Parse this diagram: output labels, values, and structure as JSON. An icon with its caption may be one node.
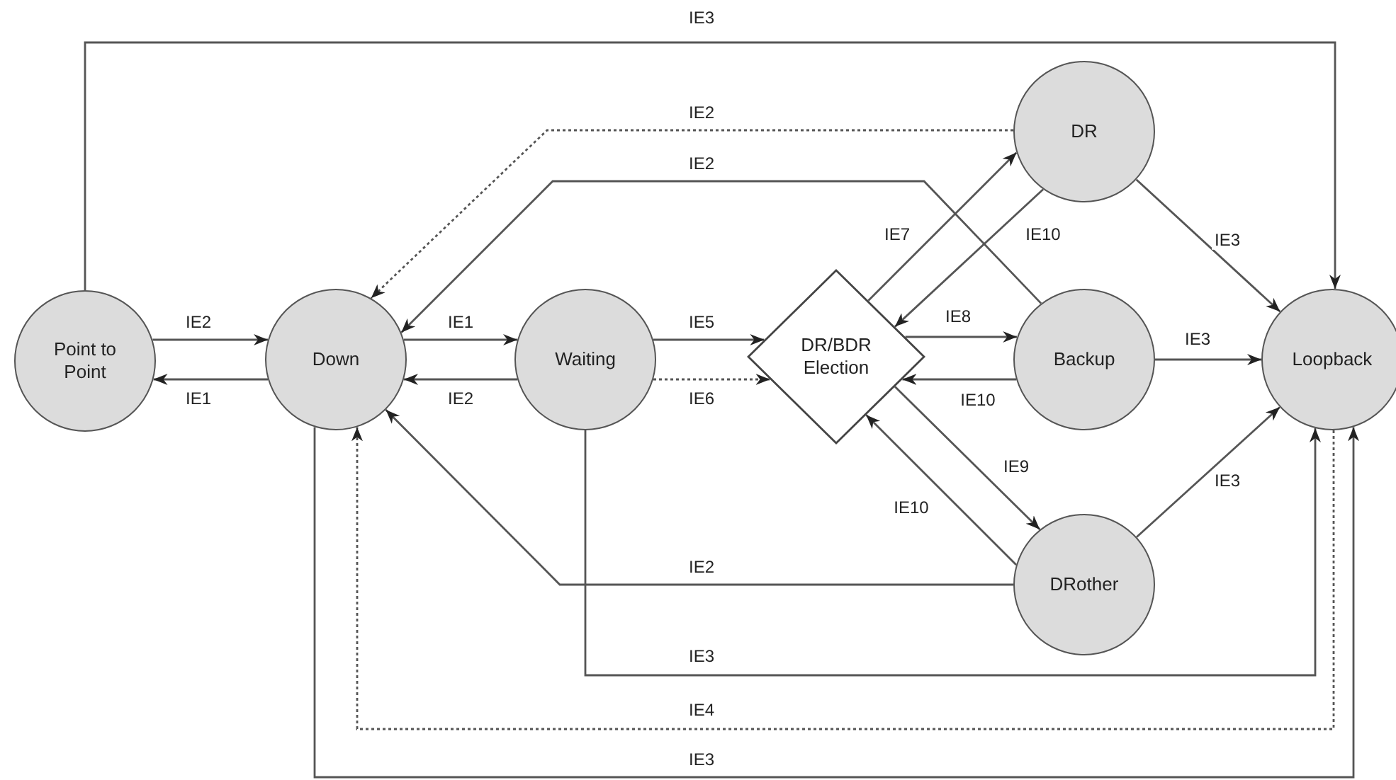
{
  "diagram": {
    "nodes": [
      {
        "text": [
          "Point to Point"
        ]
      },
      {
        "text": [
          "Down"
        ]
      },
      {
        "text": [
          "Waiting"
        ]
      },
      {
        "text": [
          "DR/BDR Election"
        ]
      },
      {
        "text": [
          "DR"
        ]
      },
      {
        "text": [
          "Backup"
        ]
      },
      {
        "text": [
          "DRother"
        ]
      },
      {
        "text": [
          "Loopback"
        ]
      }
    ],
    "edges": [
      {
        "from": 0,
        "to": 1,
        "arrow": "to",
        "label": "IE2"
      },
      {
        "from": 1,
        "to": 0,
        "arrow": "to",
        "label": "IE1"
      },
      {
        "from": 0,
        "to": 7,
        "arrow": "to",
        "label": "IE3"
      },
      {
        "from": 4,
        "to": 1,
        "arrow": "to",
        "label": "IE2",
        "style": "dashed"
      },
      {
        "from": 5,
        "to": 1,
        "arrow": "to",
        "label": "IE2"
      },
      {
        "from": 1,
        "to": 2,
        "arrow": "to",
        "label": "IE1"
      },
      {
        "from": 2,
        "to": 1,
        "arrow": "to",
        "label": "IE2"
      },
      {
        "from": 2,
        "to": 3,
        "arrow": "to",
        "label": "IE5"
      },
      {
        "from": 2,
        "to": 3,
        "arrow": "to",
        "label": "IE6",
        "style": "dashed"
      },
      {
        "from": 3,
        "to": 4,
        "arrow": "to",
        "label": "IE7"
      },
      {
        "from": 4,
        "to": 3,
        "arrow": "to",
        "label": "IE10"
      },
      {
        "from": 3,
        "to": 5,
        "arrow": "to",
        "label": "IE8"
      },
      {
        "from": 5,
        "to": 3,
        "arrow": "to",
        "label": "IE10"
      },
      {
        "from": 3,
        "to": 6,
        "arrow": "to",
        "label": "IE9"
      },
      {
        "from": 6,
        "to": 3,
        "arrow": "to",
        "label": "IE10"
      },
      {
        "from": 4,
        "to": 7,
        "arrow": "to",
        "label": "IE3"
      },
      {
        "from": 5,
        "to": 7,
        "arrow": "to",
        "label": "IE3"
      },
      {
        "from": 6,
        "to": 7,
        "arrow": "to",
        "label": "IE3"
      },
      {
        "from": 6,
        "to": 1,
        "arrow": "to",
        "label": "IE2"
      },
      {
        "from": 2,
        "to": 7,
        "arrow": "to",
        "label": "IE3"
      },
      {
        "from": 7,
        "to": 1,
        "arrow": "to",
        "label": "IE4",
        "style": "dashed"
      },
      {
        "from": 1,
        "to": 7,
        "arrow": "to",
        "label": "IE3"
      }
    ]
  }
}
